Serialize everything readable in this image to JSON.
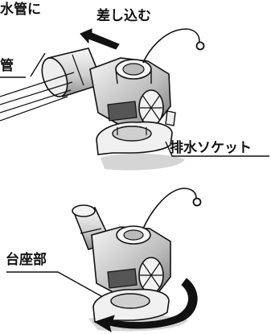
{
  "labels": {
    "top_left_partial": "水管に",
    "insert": "差し込む",
    "left_partial": "管",
    "drain_socket": "排水ソケット",
    "base": "台座部"
  },
  "colors": {
    "ink": "#111111",
    "shadow": "#cfcfcf",
    "metal_light": "#ececec",
    "metal_mid": "#a9a9a9",
    "metal_dark": "#6f6f6f"
  },
  "icons": [
    "push-arrow-icon",
    "rotate-arrow-icon"
  ]
}
